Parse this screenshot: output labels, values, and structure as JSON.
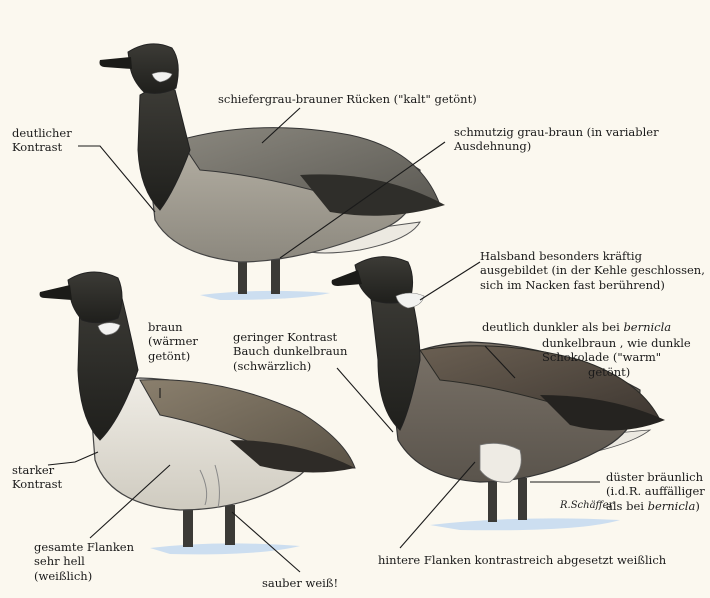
{
  "annotations": {
    "back_top": "schiefergrau-brauner Rücken (\"kalt\" getönt)",
    "contrast_top_1": "deutlicher",
    "contrast_top_2": "Kontrast",
    "dirty_1": "schmutzig grau-braun (in variabler",
    "dirty_2": "Ausdehnung)",
    "collar_1": "Halsband besonders kräftig",
    "collar_2": "ausgebildet (in der Kehle geschlossen,",
    "collar_3": "sich im Nacken fast berührend)",
    "braun_1": "braun",
    "braun_2": "(wärmer",
    "braun_3": "getönt)",
    "low_contrast_1": "geringer Kontrast",
    "low_contrast_2": "Bauch dunkelbraun",
    "low_contrast_3": "(schwärzlich)",
    "darker_prefix": "deutlich dunkler als bei ",
    "darker_species": "bernicla",
    "darkbrown_1": "dunkelbraun , wie dunkle",
    "darkbrown_2": "Schokolade (\"warm\"",
    "darkbrown_3": "getönt)",
    "strong_1": "starker",
    "strong_2": "Kontrast",
    "gloomy_1": "düster bräunlich",
    "gloomy_2": "(i.d.R. auffälliger",
    "gloomy_3_prefix": "als bei ",
    "gloomy_3_species": "bernicla",
    "gloomy_3_suffix": ")",
    "flanks_1": "gesamte Flanken",
    "flanks_2": "sehr hell",
    "flanks_3": "(weißlich)",
    "rear_flanks": "hintere Flanken kontrastreich abgesetzt weißlich",
    "clean_white": "sauber weiß!"
  },
  "signature": "R.Schäffer",
  "colors": {
    "paper": "#fbf8ef",
    "head": "#2c2c28",
    "back_grey": "#6f6d66",
    "flank_light": "#cfcbc0",
    "flank_white": "#e9e6de",
    "water": "#c7daf0",
    "ink": "#1a1a1a"
  }
}
